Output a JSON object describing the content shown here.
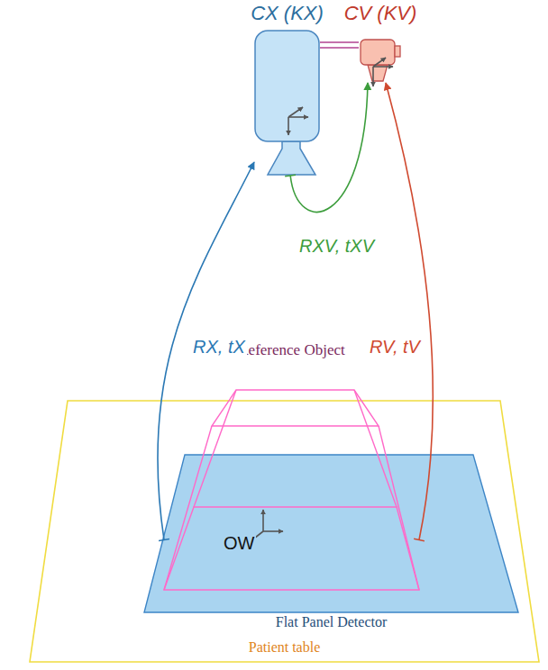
{
  "diagram": {
    "nodes": [
      {
        "text": [
          "CX (KX)"
        ]
      },
      {
        "text": [
          "CV (KV)"
        ]
      },
      {
        "text": [
          "Reference Object"
        ]
      },
      {
        "text": [
          "Patient table"
        ]
      },
      {
        "text": [
          "Flat Panel Detector"
        ],
        "in": 3
      }
    ],
    "edges": [
      {
        "from": 0,
        "to": 1,
        "arrow": "none"
      },
      {
        "from": 0,
        "to": 1,
        "label": "RXV, tXV",
        "arrow": "to"
      },
      {
        "from": 2,
        "to": 0,
        "label": "RX, tX",
        "arrow": "to"
      },
      {
        "from": 2,
        "to": 1,
        "label": "RV, tV",
        "arrow": "to"
      }
    ],
    "labels": [
      "OW"
    ]
  }
}
